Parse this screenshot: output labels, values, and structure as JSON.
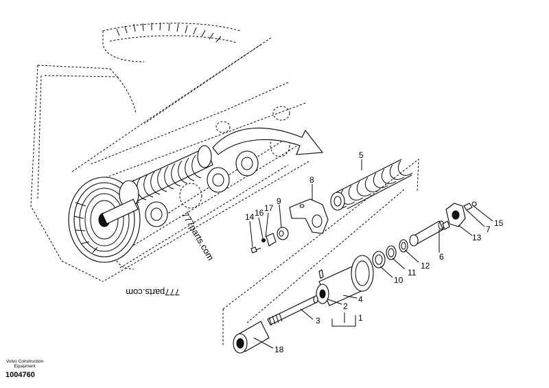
{
  "callouts": [
    {
      "id": "1",
      "label": "1"
    },
    {
      "id": "2",
      "label": "2"
    },
    {
      "id": "3",
      "label": "3"
    },
    {
      "id": "4",
      "label": "4"
    },
    {
      "id": "5",
      "label": "5"
    },
    {
      "id": "6",
      "label": "6"
    },
    {
      "id": "7",
      "label": "7"
    },
    {
      "id": "8",
      "label": "8"
    },
    {
      "id": "9",
      "label": "9"
    },
    {
      "id": "10",
      "label": "10"
    },
    {
      "id": "11",
      "label": "11"
    },
    {
      "id": "12",
      "label": "12"
    },
    {
      "id": "13",
      "label": "13"
    },
    {
      "id": "14",
      "label": "14"
    },
    {
      "id": "15",
      "label": "15"
    },
    {
      "id": "16",
      "label": "16"
    },
    {
      "id": "17",
      "label": "17"
    },
    {
      "id": "18",
      "label": "18"
    }
  ],
  "watermarks": [
    "777parts.com",
    "777parts.com"
  ],
  "footer": {
    "maker_line1": "Volvo Construction",
    "maker_line2": "Equipment",
    "document_number": "1004760"
  }
}
